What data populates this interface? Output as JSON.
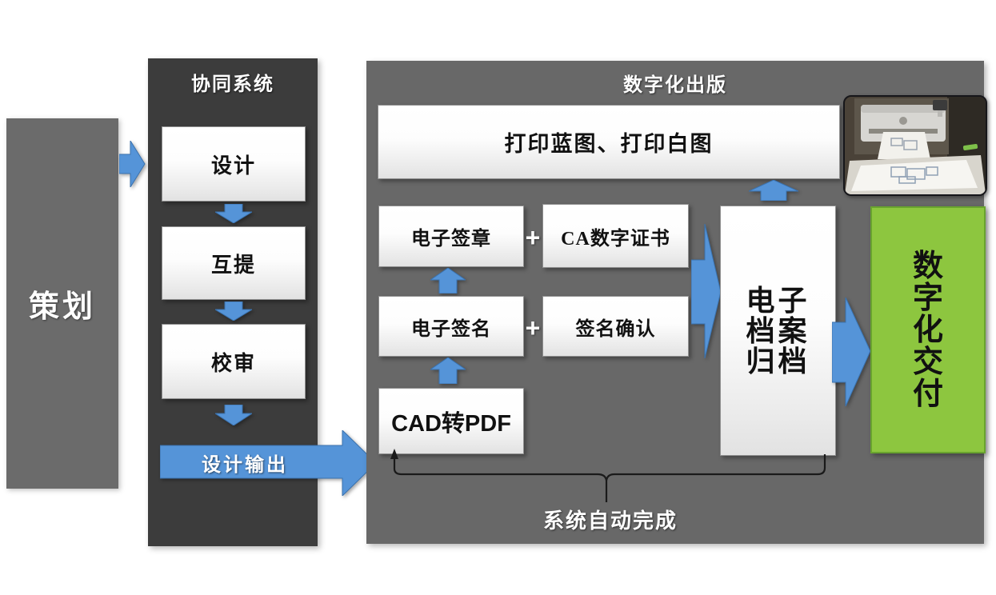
{
  "planning": {
    "label": "策划"
  },
  "collab": {
    "title": "协同系统",
    "steps": [
      "设计",
      "互提",
      "校审"
    ],
    "output_label": "设计输出"
  },
  "publish": {
    "title": "数字化出版",
    "print_label": "打印蓝图、打印白图",
    "plus": "+",
    "seal_label": "电子签章",
    "ca_label": "CA数字证书",
    "sign_label": "电子签名",
    "confirm_label": "签名确认",
    "cad_label": "CAD转PDF",
    "archive_lines": [
      "电子",
      "档案",
      "归档"
    ],
    "delivery_chars": [
      "数",
      "字",
      "化",
      "交",
      "付"
    ],
    "auto_label": "系统自动完成"
  },
  "colors": {
    "accent-blue": "#5594d8",
    "accent-blue-edge": "#3a72ae",
    "panel-dark": "#3c3c3c",
    "panel-gray": "#686868",
    "planning-gray": "#6b6b6b",
    "box-border": "#8f8f8f",
    "green-fill": "#8dc63f",
    "green-border": "#69a42e",
    "bracket-black": "#1a1a1a",
    "text-dark": "#111111",
    "text-white": "#ffffff"
  }
}
